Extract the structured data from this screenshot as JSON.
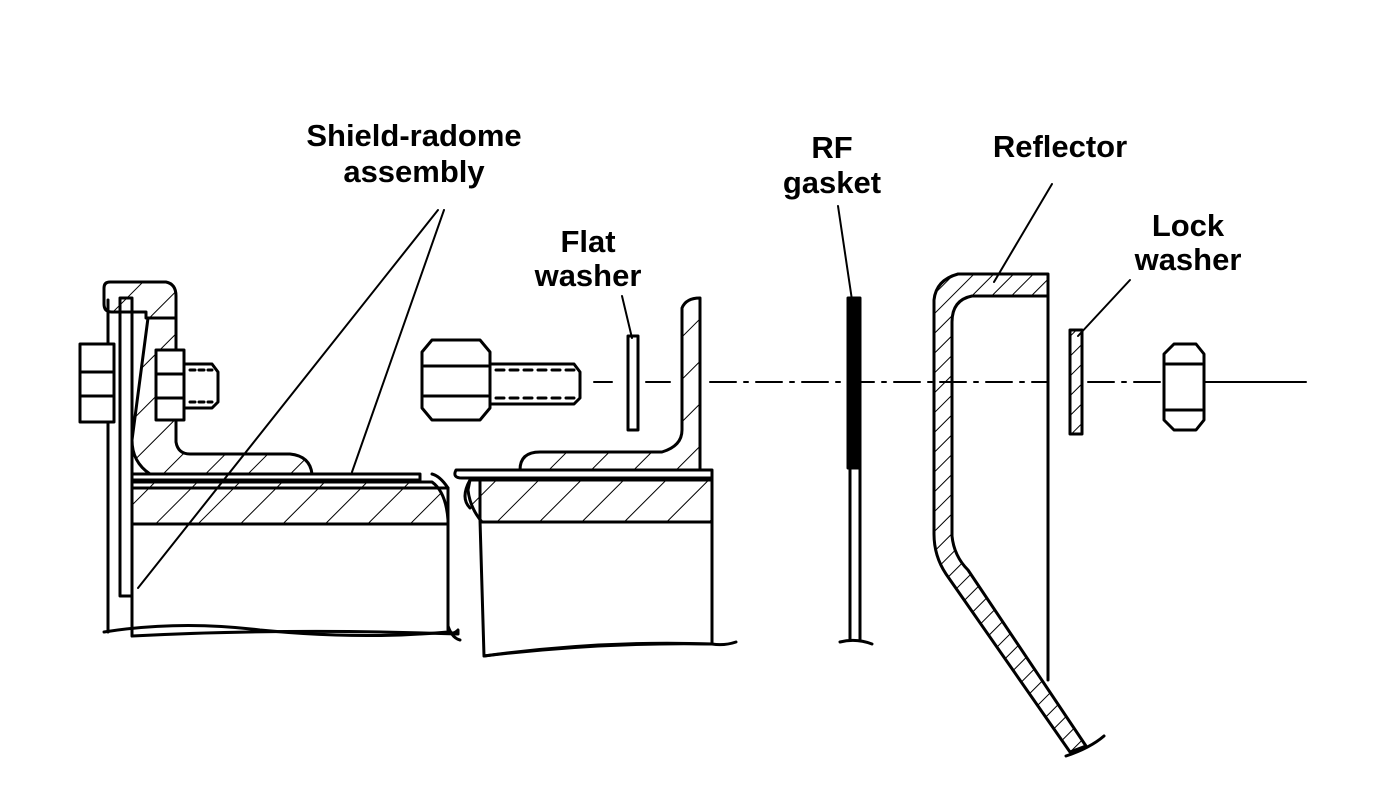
{
  "labels": {
    "shield_radome": [
      "Shield-radome",
      "assembly"
    ],
    "rf_gasket": [
      "RF",
      "gasket"
    ],
    "reflector": [
      "Reflector"
    ],
    "flat_washer": [
      "Flat",
      "washer"
    ],
    "lock_washer": [
      "Lock",
      "washer"
    ]
  },
  "colors": {
    "ink": "#000000",
    "paper": "#ffffff"
  },
  "parts": [
    "shield-radome-assembly",
    "bolt",
    "flat-washer",
    "angle-bracket",
    "rf-gasket",
    "reflector",
    "lock-washer",
    "hex-nut"
  ]
}
